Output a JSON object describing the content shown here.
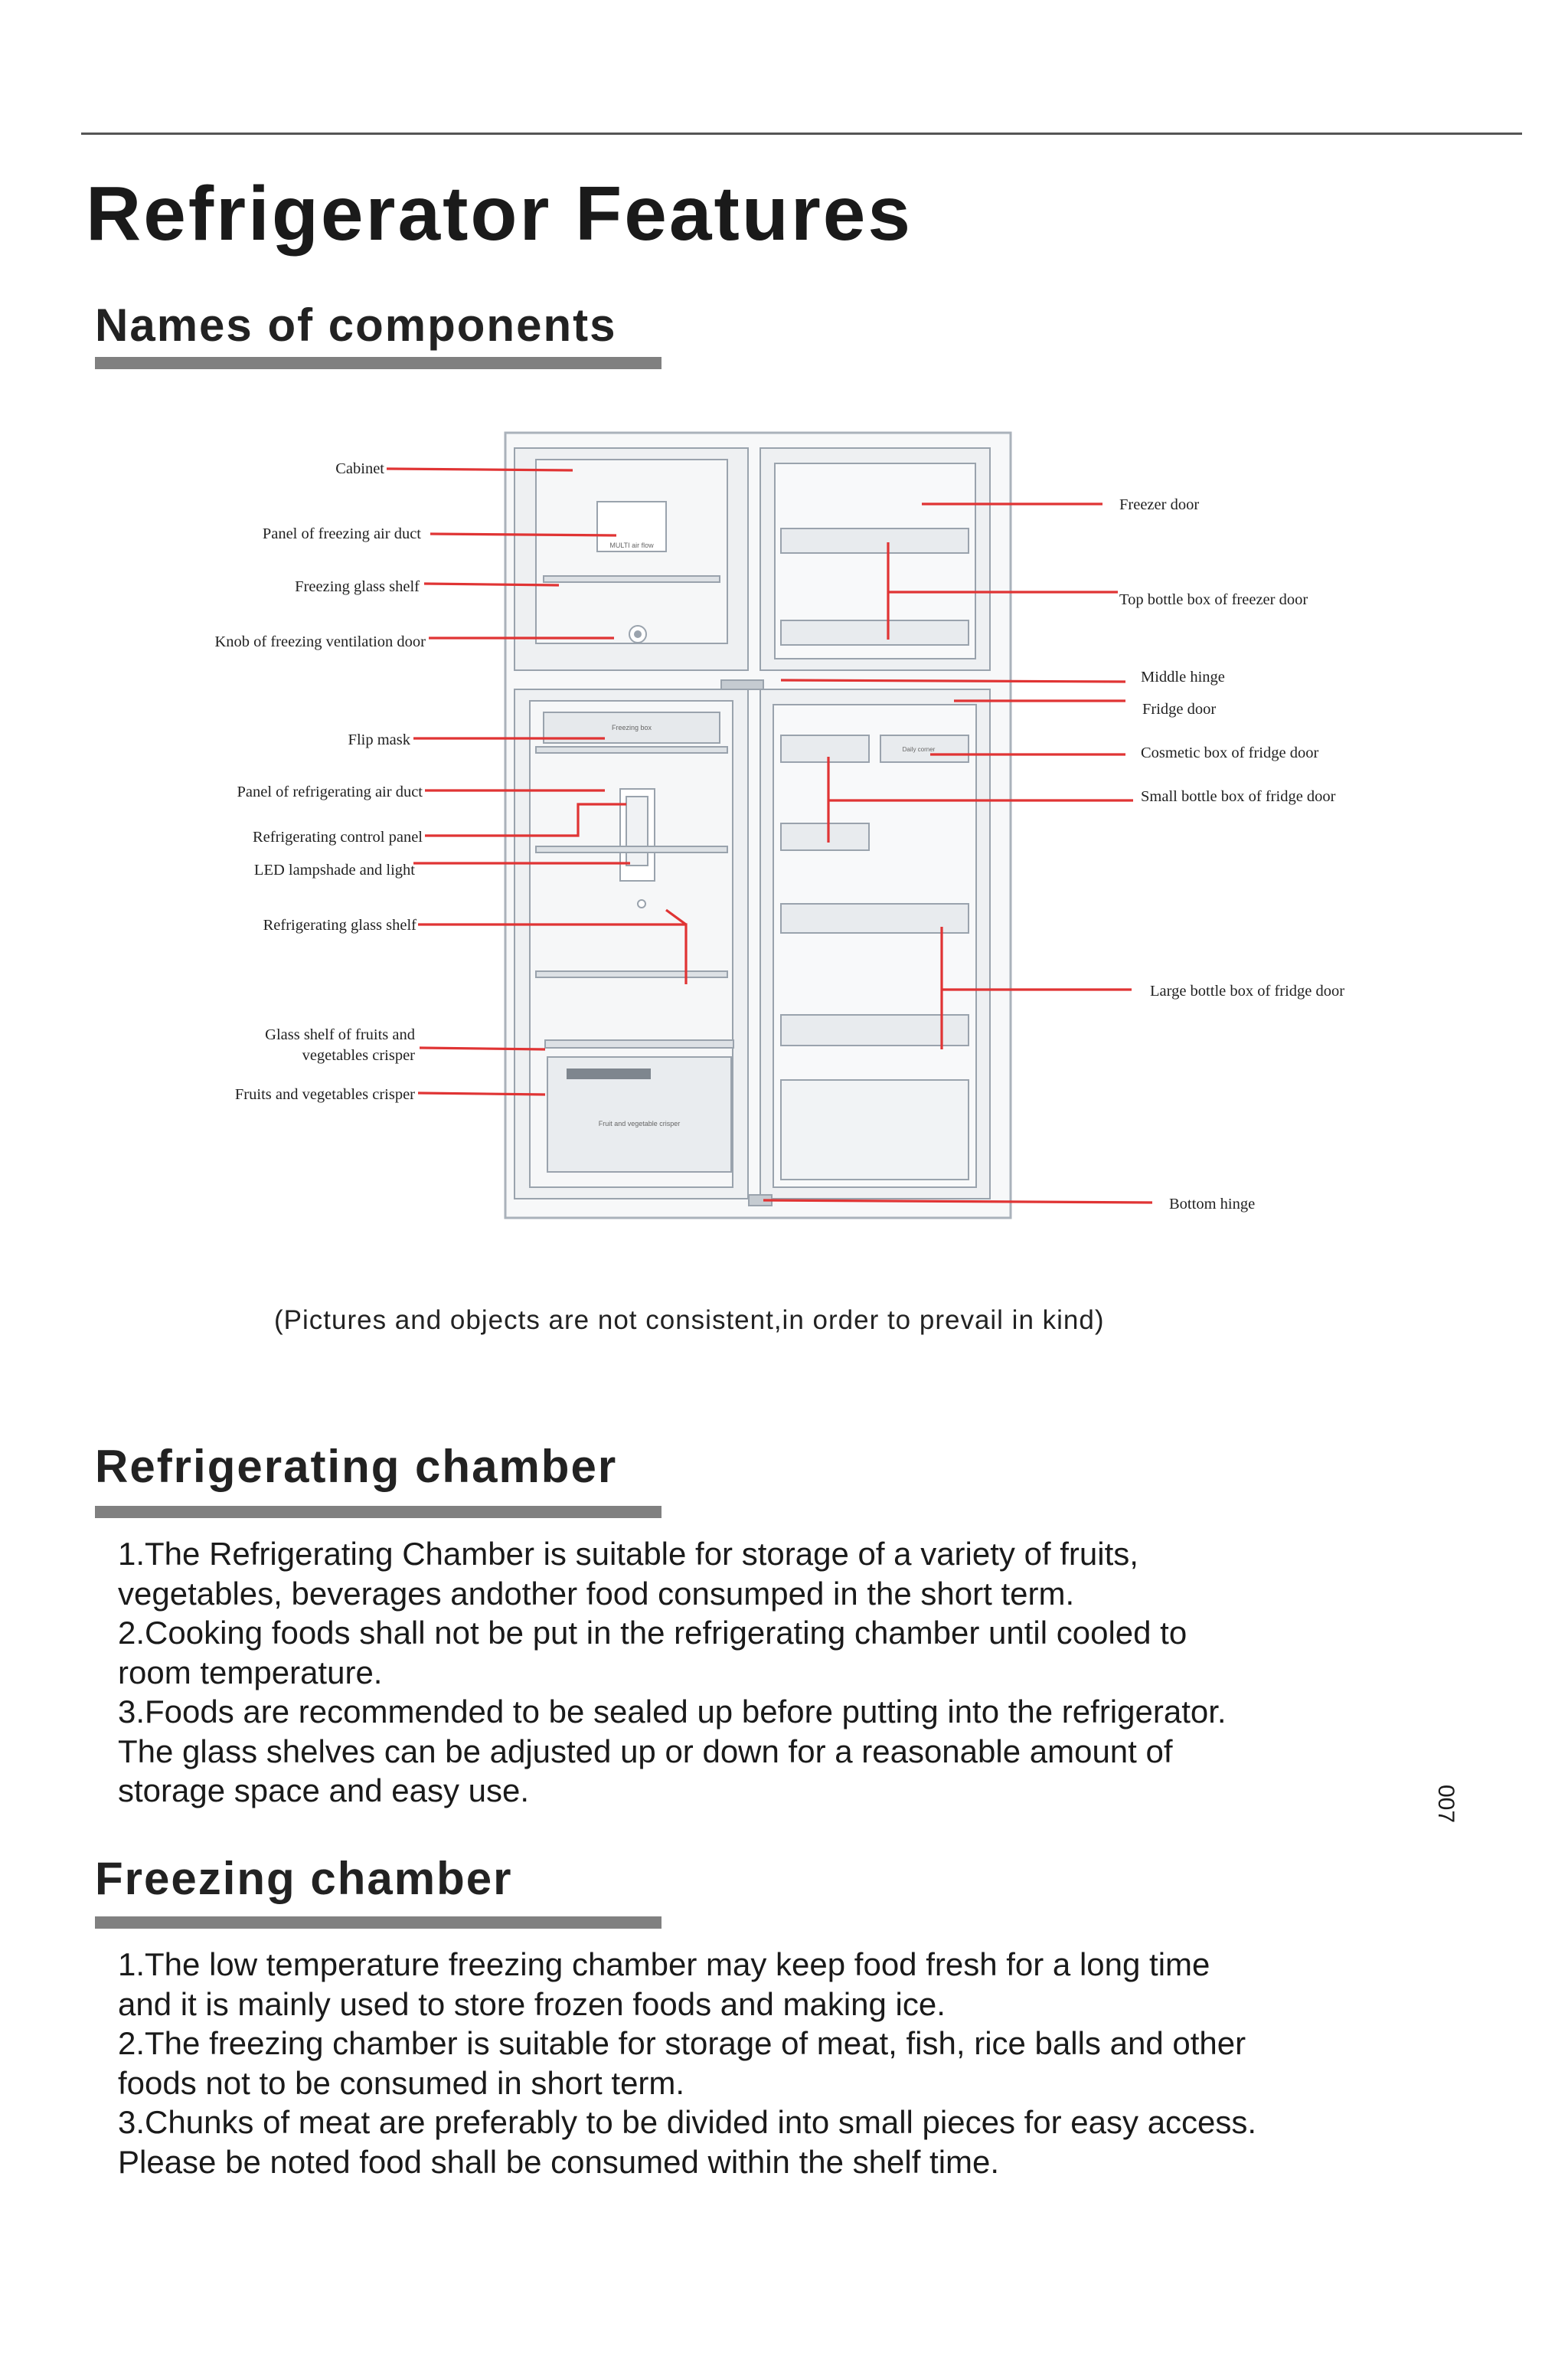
{
  "page": {
    "title": "Refrigerator Features",
    "page_number": "007"
  },
  "components_section": {
    "heading": "Names of components",
    "labels_left": [
      "Cabinet",
      "Panel of freezing air duct",
      "Freezing glass shelf",
      "Knob of freezing ventilation door",
      "Flip mask",
      "Panel of refrigerating air duct",
      "Refrigerating control panel",
      "LED lampshade and light",
      "Refrigerating glass shelf",
      "Glass shelf of fruits and",
      "vegetables crisper",
      "Fruits and vegetables crisper"
    ],
    "labels_right": [
      "Freezer door",
      "Top bottle box of freezer door",
      "Middle hinge",
      "Fridge door",
      "Cosmetic box of fridge door",
      "Small bottle box of fridge door",
      "Large bottle box of fridge door",
      "Bottom hinge"
    ],
    "fridge_texts": {
      "freezer_panel": "MULTI air flow",
      "flip_mask": "Freezing box",
      "dairy_box": "Daily corner",
      "crisper": "Fruit and vegetable crisper"
    },
    "note": "(Pictures and objects are not consistent,in order to prevail in kind)"
  },
  "refrigerating_section": {
    "heading": "Refrigerating chamber",
    "lines": [
      "1.The Refrigerating Chamber is suitable for storage of a variety of fruits,",
      "vegetables, beverages andother food consumped in the short term.",
      "2.Cooking foods shall not be put in the refrigerating chamber until cooled to",
      "room temperature.",
      "3.Foods are recommended to be sealed up before putting into the refrigerator.",
      "The glass shelves can be adjusted up or down for a reasonable amount of",
      "storage space and easy use."
    ]
  },
  "freezing_section": {
    "heading": "Freezing chamber",
    "lines": [
      "1.The low temperature freezing chamber may keep food fresh for a long time",
      "and it is mainly used to store frozen foods and making ice.",
      "2.The freezing chamber is suitable for storage of meat, fish,  rice balls and other",
      "foods not to be consumed in short term.",
      "3.Chunks of meat are preferably to be divided into small pieces for easy access.",
      "Please be noted food shall be consumed within the shelf time."
    ]
  },
  "colors": {
    "leader_line": "#e03434",
    "section_bar": "#808080",
    "fridge_outline": "#9aa3ad"
  }
}
